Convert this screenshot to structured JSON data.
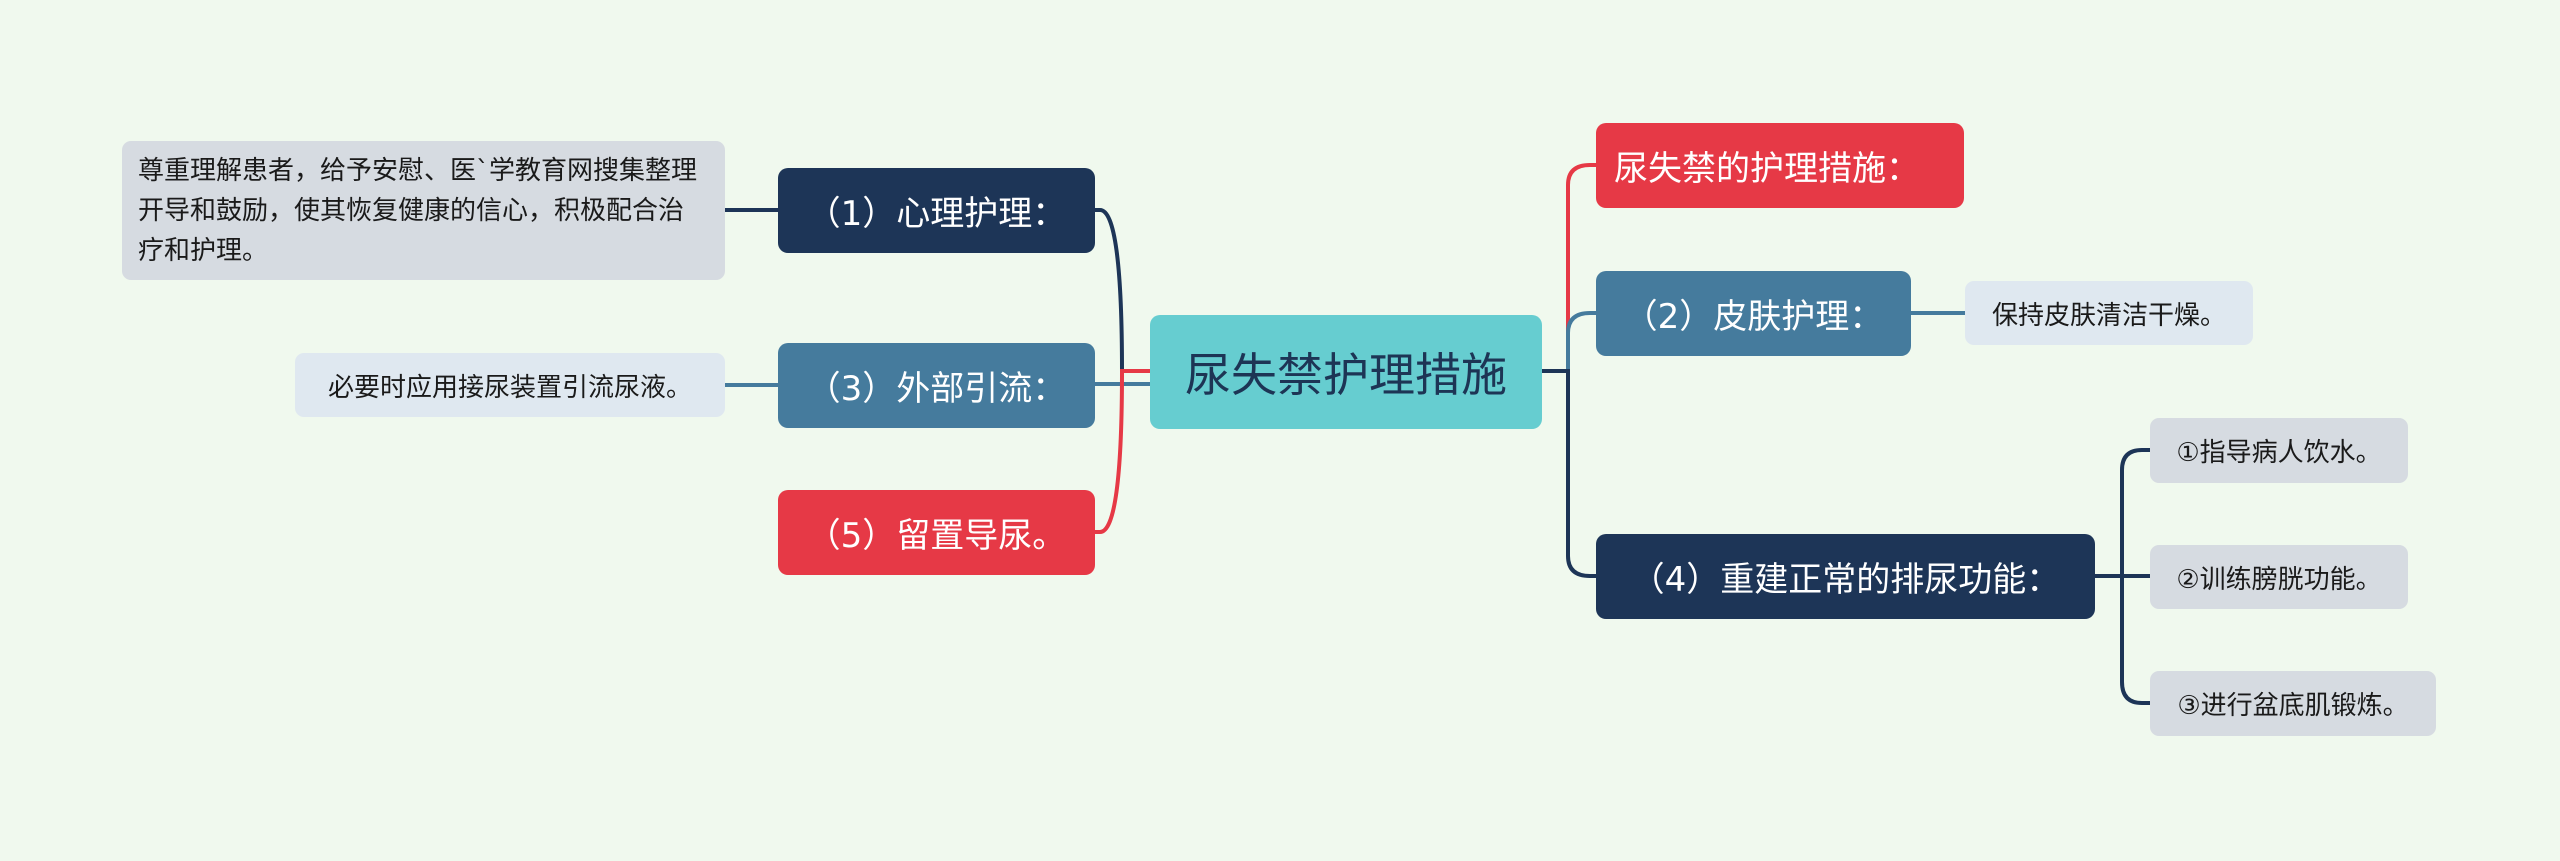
{
  "colors": {
    "background": "#f0f9ee",
    "root": "#66cdd0",
    "navy": "#1d3557",
    "steel": "#457b9d",
    "red": "#e63946",
    "leaf": "#d6dbe1"
  },
  "root": {
    "label": "尿失禁护理措施"
  },
  "left": [
    {
      "label": "（1）心理护理：",
      "color": "#1d3557",
      "leaves": [
        "尊重理解患者，给予安慰、医`学教育网搜集整理开导和鼓励，使其恢复健康的信心，积极配合治疗和护理。"
      ]
    },
    {
      "label": "（3）外部引流：",
      "color": "#457b9d",
      "leaves": [
        "必要时应用接尿装置引流尿液。"
      ]
    },
    {
      "label": "（5）留置导尿。",
      "color": "#e63946",
      "leaves": []
    }
  ],
  "right": [
    {
      "label": "尿失禁的护理措施：",
      "color": "#e63946",
      "leaves": []
    },
    {
      "label": "（2）皮肤护理：",
      "color": "#457b9d",
      "leaves": [
        "保持皮肤清洁干燥。"
      ]
    },
    {
      "label": "（4）重建正常的排尿功能：",
      "color": "#1d3557",
      "leaves": [
        "①指导病人饮水。",
        "②训练膀胱功能。",
        "③进行盆底肌锻炼。"
      ]
    }
  ]
}
